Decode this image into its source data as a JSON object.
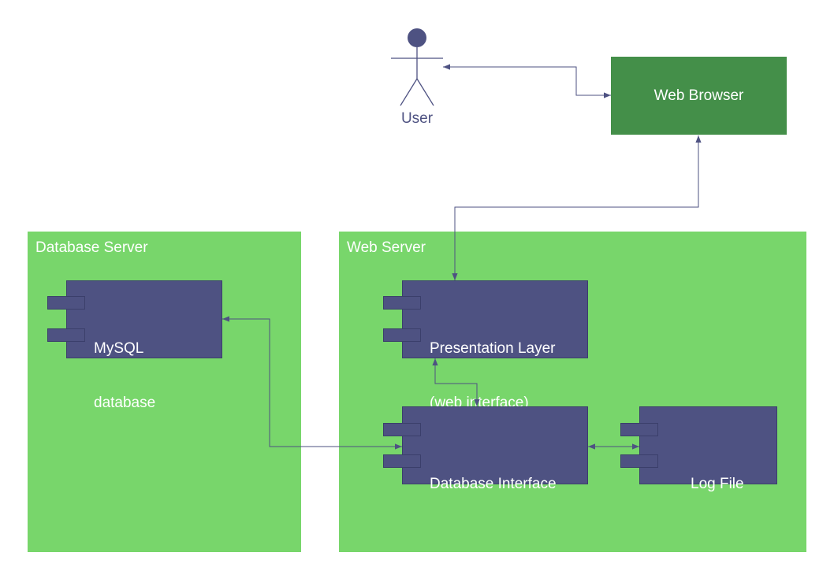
{
  "colors": {
    "node_green": "#78d66b",
    "browser_green": "#448f49",
    "component_fill": "#4e5282",
    "connector": "#4e5282",
    "actor": "#4e5282",
    "text_light": "#ffffff"
  },
  "actor": {
    "label": "User",
    "icon": "stick-figure-actor-icon"
  },
  "web_browser": {
    "label": "Web Browser"
  },
  "database_server": {
    "title": "Database Server",
    "mysql": {
      "label_line1": "MySQL",
      "label_line2": "database"
    }
  },
  "web_server": {
    "title": "Web Server",
    "presentation": {
      "label_line1": "Presentation Layer",
      "label_line2": "(web interface)"
    },
    "db_interface": {
      "label": "Database Interface"
    },
    "log_file": {
      "label": "Log File"
    }
  },
  "connectors": [
    {
      "from": "web_browser",
      "to": "actor",
      "arrows": "both"
    },
    {
      "from": "web_browser",
      "to": "presentation",
      "arrows": "both"
    },
    {
      "from": "presentation",
      "to": "db_interface",
      "arrows": "both"
    },
    {
      "from": "db_interface",
      "to": "mysql",
      "arrows": "both"
    },
    {
      "from": "db_interface",
      "to": "log_file",
      "arrows": "both"
    }
  ]
}
